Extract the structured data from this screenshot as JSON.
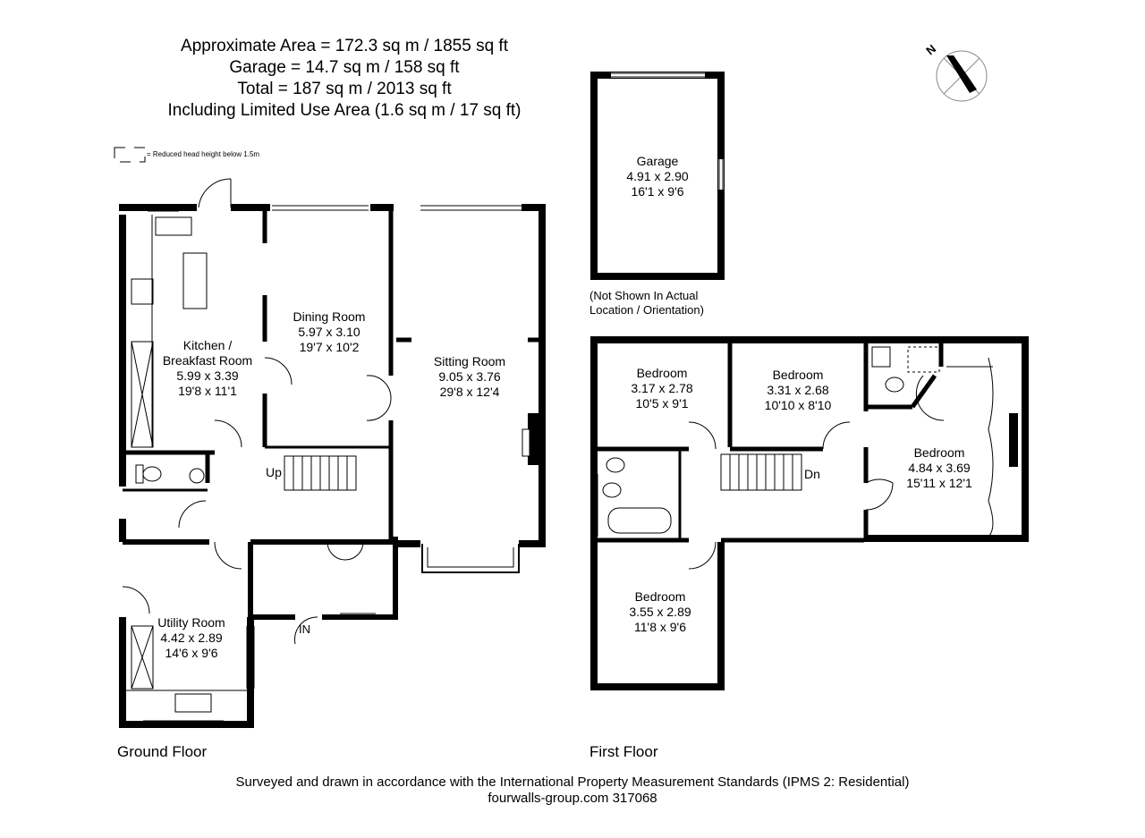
{
  "header": {
    "line1": "Approximate  Area = 172.3 sq m / 1855 sq ft",
    "line2": "Garage = 14.7 sq m / 158 sq ft",
    "line3": "Total = 187 sq m / 2013 sq ft",
    "line4": "Including Limited Use Area (1.6 sq m / 17 sq ft)"
  },
  "legend": {
    "text": "= Reduced head height below 1.5m"
  },
  "compass": {
    "letter": "N"
  },
  "garage": {
    "name": "Garage",
    "metric": "4.91 x 2.90",
    "imperial": "16'1 x 9'6",
    "note1": "(Not Shown In Actual",
    "note2": "Location / Orientation)"
  },
  "ground_floor": {
    "label": "Ground Floor",
    "kitchen": {
      "name1": "Kitchen /",
      "name2": "Breakfast Room",
      "metric": "5.99 x 3.39",
      "imperial": "19'8 x 11'1"
    },
    "dining": {
      "name": "Dining Room",
      "metric": "5.97 x 3.10",
      "imperial": "19'7 x 10'2"
    },
    "sitting": {
      "name": "Sitting Room",
      "metric": "9.05 x 3.76",
      "imperial": "29'8 x 12'4"
    },
    "utility": {
      "name": "Utility Room",
      "metric": "4.42 x 2.89",
      "imperial": "14'6 x 9'6"
    },
    "stairs_label": "Up",
    "entrance_label": "IN"
  },
  "first_floor": {
    "label": "First Floor",
    "bedroom1": {
      "name": "Bedroom",
      "metric": "3.17 x 2.78",
      "imperial": "10'5 x 9'1"
    },
    "bedroom2": {
      "name": "Bedroom",
      "metric": "3.31 x 2.68",
      "imperial": "10'10 x 8'10"
    },
    "bedroom3": {
      "name": "Bedroom",
      "metric": "4.84 x 3.69",
      "imperial": "15'11 x 12'1"
    },
    "bedroom4": {
      "name": "Bedroom",
      "metric": "3.55 x 2.89",
      "imperial": "11'8 x 9'6"
    },
    "stairs_label": "Dn"
  },
  "footer": {
    "line1": "Surveyed and drawn in accordance with the International Property Measurement Standards (IPMS 2: Residential)",
    "line2": "fourwalls-group.com 317068"
  }
}
